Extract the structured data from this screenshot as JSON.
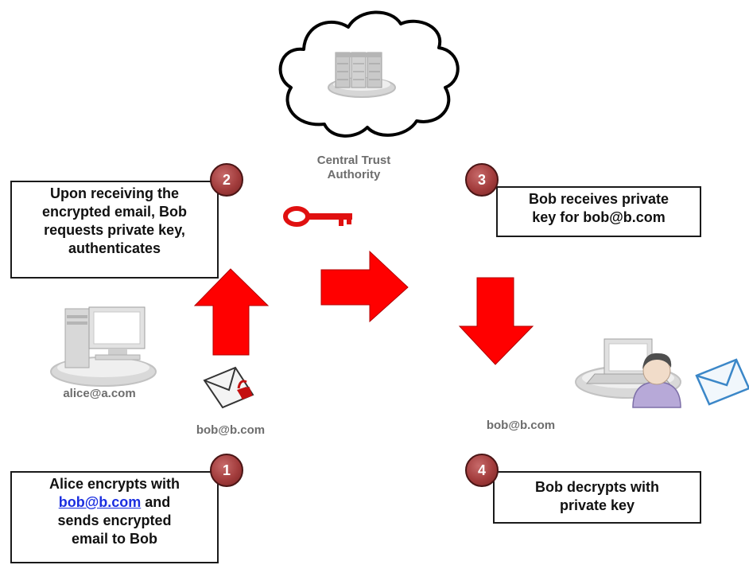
{
  "authority": {
    "label_line1": "Central Trust",
    "label_line2": "Authority"
  },
  "addresses": {
    "alice": "alice@a.com",
    "bob_left": "bob@b.com",
    "bob_right": "bob@b.com"
  },
  "steps": [
    {
      "number": "1",
      "lines": [
        "Alice encrypts with",
        "bob@b.com",
        " and",
        "sends encrypted",
        "email to Bob"
      ]
    },
    {
      "number": "2",
      "lines": [
        "Upon receiving the",
        "encrypted email, Bob",
        "requests private key,",
        "authenticates"
      ]
    },
    {
      "number": "3",
      "lines": [
        "Bob receives private",
        "key for bob@b.com"
      ]
    },
    {
      "number": "4",
      "lines": [
        "Bob decrypts with",
        "private key"
      ]
    }
  ],
  "colors": {
    "arrow": "#ff0000",
    "badge": "#a23c3c",
    "key": "#e01010",
    "link": "#1b2fe0"
  },
  "icons": {
    "cloud": "cloud-icon",
    "server": "server-rack-icon",
    "key": "key-icon",
    "alice_computer": "desktop-computer-icon",
    "encrypted_mail": "encrypted-envelope-icon",
    "bob_laptop": "laptop-icon",
    "bob_user": "user-icon",
    "mail": "envelope-icon"
  }
}
